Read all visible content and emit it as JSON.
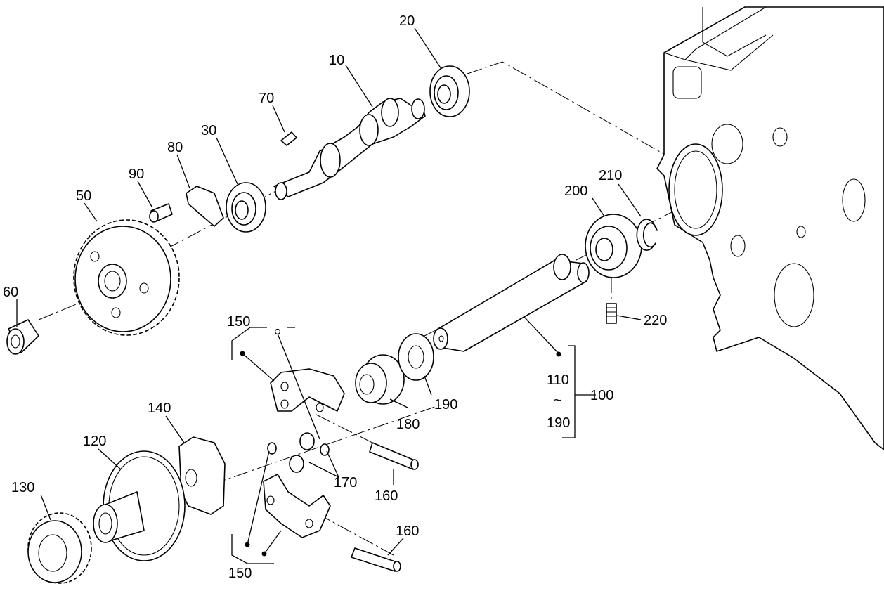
{
  "callouts": {
    "c10": "10",
    "c20": "20",
    "c30": "30",
    "c50": "50",
    "c60": "60",
    "c70": "70",
    "c80": "80",
    "c90": "90",
    "c100": "100",
    "c110": "110",
    "c_tilde": "~",
    "c190_range": "190",
    "c120": "120",
    "c130": "130",
    "c140": "140",
    "c150_top": "150",
    "c150_bottom": "150",
    "c160_upper": "160",
    "c160_lower": "160",
    "c170": "170",
    "c180": "180",
    "c190": "190",
    "c200": "200",
    "c210": "210",
    "c220": "220"
  }
}
